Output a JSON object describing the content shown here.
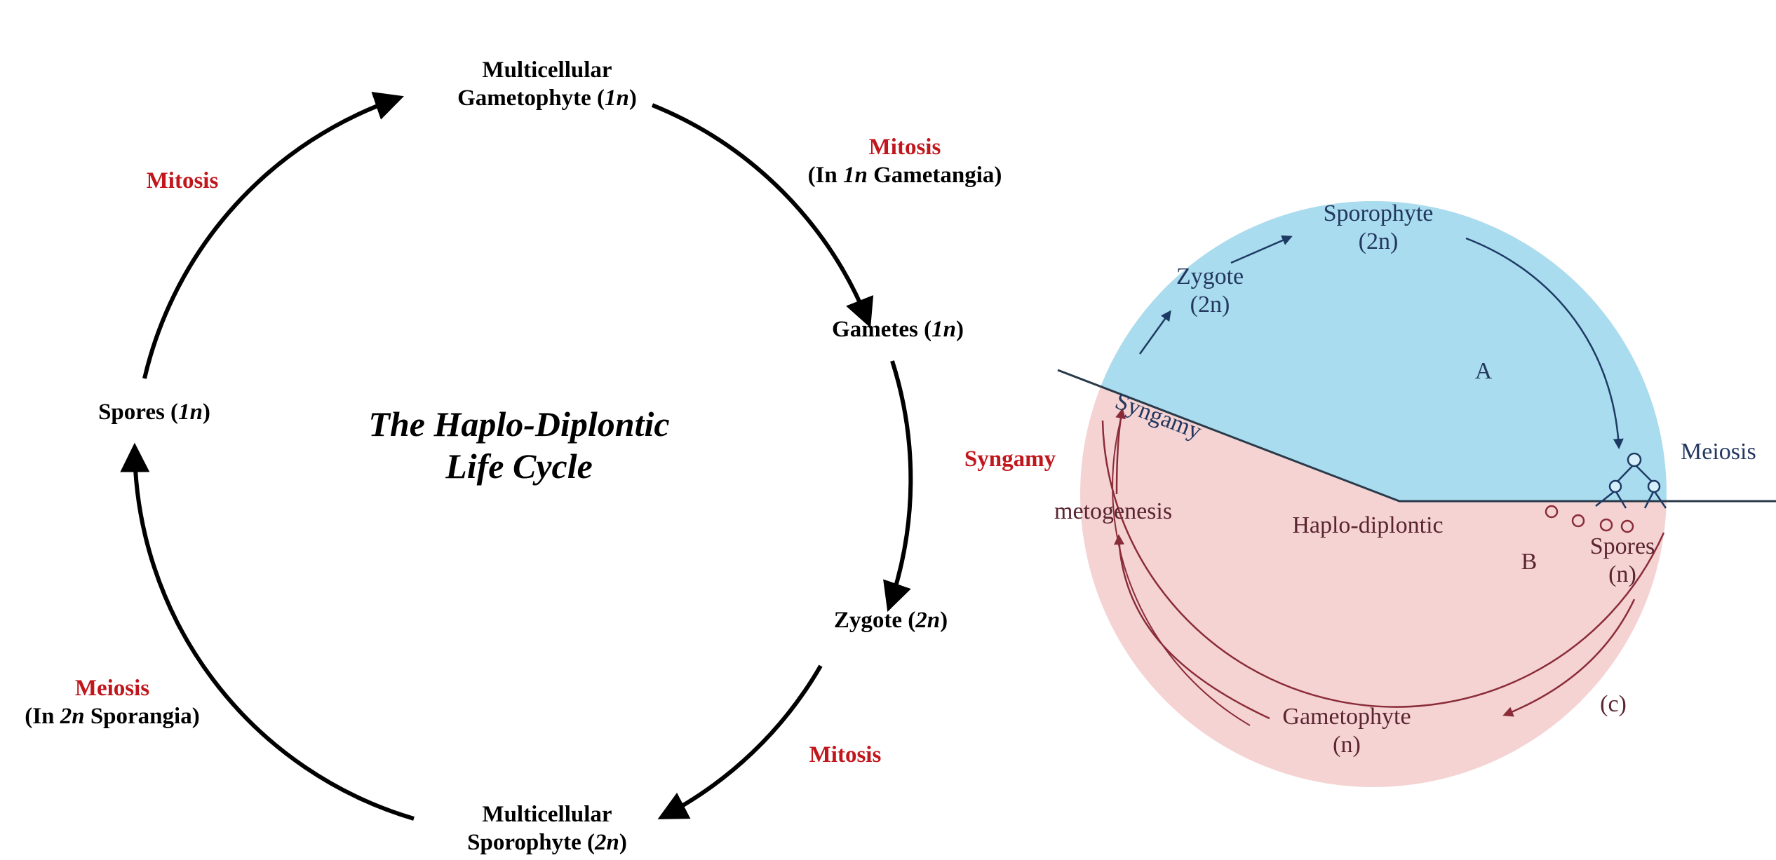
{
  "left": {
    "title_line1": "The Haplo-Diplontic",
    "title_line2": "Life Cycle",
    "gametophyte_line1": "Multicellular",
    "gametophyte_line2a": "Gametophyte (",
    "gametophyte_ploidy": "1n",
    "gametophyte_line2b": ")",
    "gametes_a": "Gametes (",
    "gametes_ploidy": "1n",
    "gametes_b": ")",
    "zygote_a": "Zygote (",
    "zygote_ploidy": "2n",
    "zygote_b": ")",
    "sporophyte_line1": "Multicellular",
    "sporophyte_line2a": "Sporophyte (",
    "sporophyte_ploidy": "2n",
    "sporophyte_line2b": ")",
    "spores_a": "Spores (",
    "spores_ploidy": "1n",
    "spores_b": ")",
    "mitosis_left": "Mitosis",
    "mitosis_gametangia": "Mitosis",
    "gametangia_a": "(In ",
    "gametangia_ploidy": "1n",
    "gametangia_b": " Gametangia)",
    "syngamy": "Syngamy",
    "mitosis_bottom": "Mitosis",
    "meiosis": "Meiosis",
    "sporangia_a": "(In ",
    "sporangia_ploidy": "2n",
    "sporangia_b": " Sporangia)",
    "colors": {
      "text": "#000000",
      "process": "#c0161c",
      "arrow": "#000000"
    }
  },
  "right": {
    "sporophyte": "Sporophyte",
    "sporophyte_ploidy": "(2n)",
    "zygote": "Zygote",
    "zygote_ploidy": "(2n)",
    "syngamy": "Syngamy",
    "region_a": "A",
    "meiosis": "Meiosis",
    "gametogenesis": "metogenesis",
    "haplo_diplontic": "Haplo-diplontic",
    "region_b": "B",
    "spores": "Spores",
    "spores_ploidy": "(n)",
    "gametophyte": "Gametophyte",
    "gametophyte_ploidy": "(n)",
    "panel_label": "(c)",
    "colors": {
      "diploid_fill": "#a9dcee",
      "haploid_fill": "#f5d3d3",
      "diploid_line": "#1d3a64",
      "haploid_line": "#8a2c38"
    }
  }
}
